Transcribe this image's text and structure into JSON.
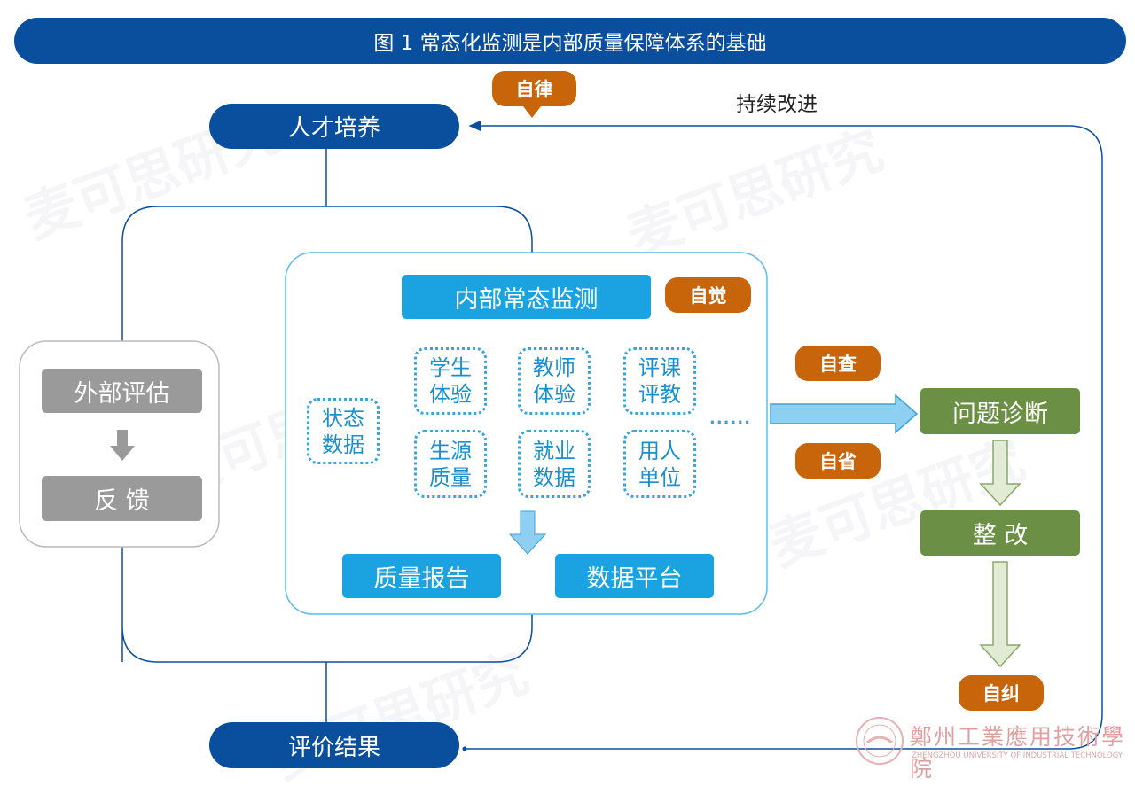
{
  "title": "图 1  常态化监测是内部质量保障体系的基础",
  "top_badge": "自律",
  "loop_label": "持续改进",
  "talent": "人才培养",
  "result": "评价结果",
  "external": {
    "eval": "外部评估",
    "feedback": "反 馈"
  },
  "internal": {
    "title": "内部常态监测",
    "badge": "自觉",
    "status": "状态\n数据",
    "items": [
      "学生\n体验",
      "教师\n体验",
      "评课\n评教",
      "生源\n质量",
      "就业\n数据",
      "用人\n单位"
    ],
    "ellipsis": "......",
    "outputs": [
      "质量报告",
      "数据平台"
    ]
  },
  "badges": {
    "check": "自查",
    "reflect": "自省",
    "correct": "自纠"
  },
  "right": {
    "diagnose": "问题诊断",
    "rectify": "整 改"
  },
  "logo": {
    "cn": "鄭州工業應用技術學院",
    "en": "ZHENGZHOU UNIVERSITY OF INDUSTRIAL TECHNOLOGY"
  },
  "watermark": "麦可思研究",
  "colors": {
    "dark_blue": "#0a4f9e",
    "cyan": "#1aa3e0",
    "orange": "#c8650a",
    "green": "#6a8f45",
    "gray": "#9a9a9a"
  }
}
